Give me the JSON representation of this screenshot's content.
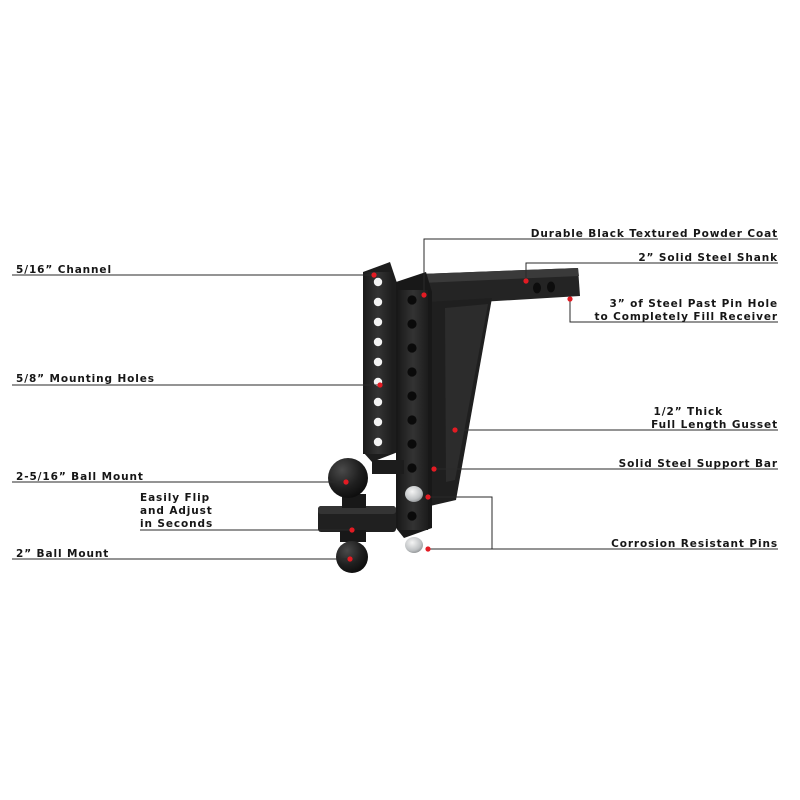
{
  "callouts": {
    "powder_coat": "Durable Black Textured Powder Coat",
    "solid_shank": "2” Solid Steel Shank",
    "steel_past_pin_line1": "3” of Steel Past Pin Hole",
    "steel_past_pin_line2": "to Completely Fill Receiver",
    "gusset_line1": "1/2” Thick",
    "gusset_line2": "Full Length Gusset",
    "support_bar": "Solid Steel Support Bar",
    "corrosion_pins": "Corrosion Resistant Pins",
    "channel": "5/16” Channel",
    "mounting_holes": "5/8” Mounting Holes",
    "ball_mount_large": "2-5/16” Ball Mount",
    "flip_line1": "Easily Flip",
    "flip_line2": "and Adjust",
    "flip_line3": "in Seconds",
    "ball_mount_small": "2” Ball Mount"
  },
  "colors": {
    "background": "#ffffff",
    "text": "#161616",
    "leader_line": "#2a2a2a",
    "marker_dot": "#e31b23",
    "hitch_steel": "#232323",
    "pin": "#bfc2c4"
  }
}
